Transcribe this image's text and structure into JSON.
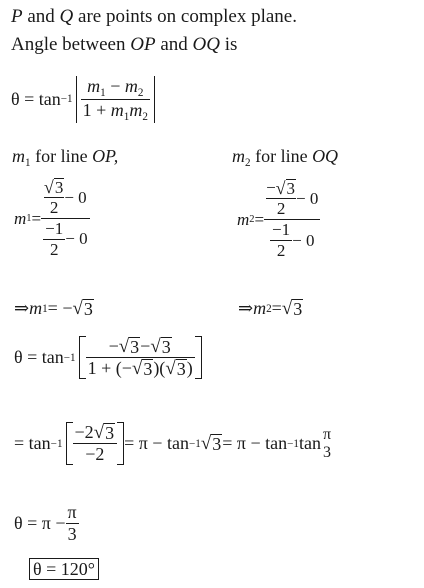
{
  "intro": {
    "line1_P": "P",
    "line1_and": " and ",
    "line1_Q": "Q",
    "line1_rest": " are points on complex plane.",
    "line2_start": "Angle between ",
    "line2_OP": "OP",
    "line2_and": " and ",
    "line2_OQ": "OQ",
    "line2_is": " is"
  },
  "formula": {
    "lhs": "θ = tan",
    "inv": "−1",
    "num_m1": "m",
    "num_1": "1",
    "num_minus": " − ",
    "num_m2": "m",
    "num_2": "2",
    "den_1plus": "1 + ",
    "den_m1": "m",
    "den_1": "1",
    "den_m2": "m",
    "den_2": "2"
  },
  "labels": {
    "m1": "m",
    "m1sub": "1",
    "m1text": " for line ",
    "m1line": "OP,",
    "m2": "m",
    "m2sub": "2",
    "m2text": " for line ",
    "m2line": "OQ"
  },
  "m1calc": {
    "m": "m",
    "sub": "1",
    "eq": " = ",
    "sqrt": "3",
    "two_top": "2",
    "minus0_top": " − 0",
    "neg1": "−1",
    "two_bot": "2",
    "minus0_bot": " − 0"
  },
  "m2calc": {
    "m": "m",
    "sub": "2",
    "eq": " = ",
    "neg": "−",
    "sqrt": "3",
    "two_top": "2",
    "minus0_top": " − 0",
    "neg1": "−1",
    "two_bot": "2",
    "minus0_bot": " − 0"
  },
  "results": {
    "r1_arrow": "⇒ ",
    "r1_m": "m",
    "r1_sub": "1",
    "r1_eq": " = −",
    "r1_sqrt": "3",
    "r2_arrow": "⇒ ",
    "r2_m": "m",
    "r2_sub": "2",
    "r2_eq": " = ",
    "r2_sqrt": "3"
  },
  "theta2": {
    "lhs": "θ = tan",
    "inv": "−1",
    "num_neg": "−",
    "num_sqrt1": "3",
    "num_minus": " − ",
    "num_sqrt2": "3",
    "den_a": "1 + (−",
    "den_sqrt1": "3",
    "den_b": ")(",
    "den_sqrt2": "3",
    "den_c": ")"
  },
  "theta3": {
    "lhs": "= tan",
    "inv": "−1",
    "num": "−2",
    "num_sqrt": "3",
    "den": "−2",
    "eq1": " = π − tan",
    "inv2": "−1",
    "sqrt": "3",
    "eq2": " = π − tan",
    "inv3": "−1",
    "tan": " tan ",
    "pi": "π",
    "three": "3"
  },
  "theta4": {
    "lhs": "θ = π − ",
    "pi": "π",
    "three": "3"
  },
  "answer": {
    "text": "θ = 120°"
  }
}
